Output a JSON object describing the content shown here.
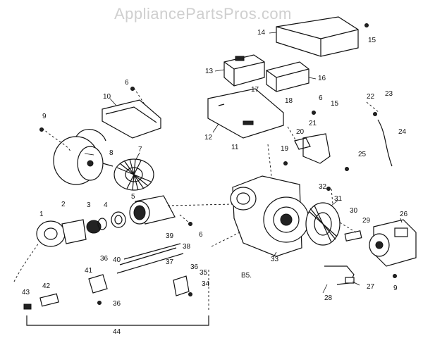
{
  "watermark": "AppliancePartsPros.com",
  "diagram_code": "B5.",
  "callouts": [
    "1",
    "2",
    "3",
    "4",
    "5",
    "6",
    "6",
    "6",
    "7",
    "8",
    "9",
    "9",
    "10",
    "11",
    "12",
    "13",
    "14",
    "15",
    "15",
    "16",
    "17",
    "18",
    "19",
    "20",
    "21",
    "22",
    "23",
    "24",
    "25",
    "26",
    "27",
    "28",
    "29",
    "30",
    "31",
    "32",
    "33",
    "34",
    "35",
    "36",
    "36",
    "36",
    "37",
    "38",
    "39",
    "40",
    "41",
    "42",
    "43",
    "44"
  ],
  "icons": {
    "watermark": "site-logo-text",
    "parts": "exploded-view-oil-burner"
  }
}
